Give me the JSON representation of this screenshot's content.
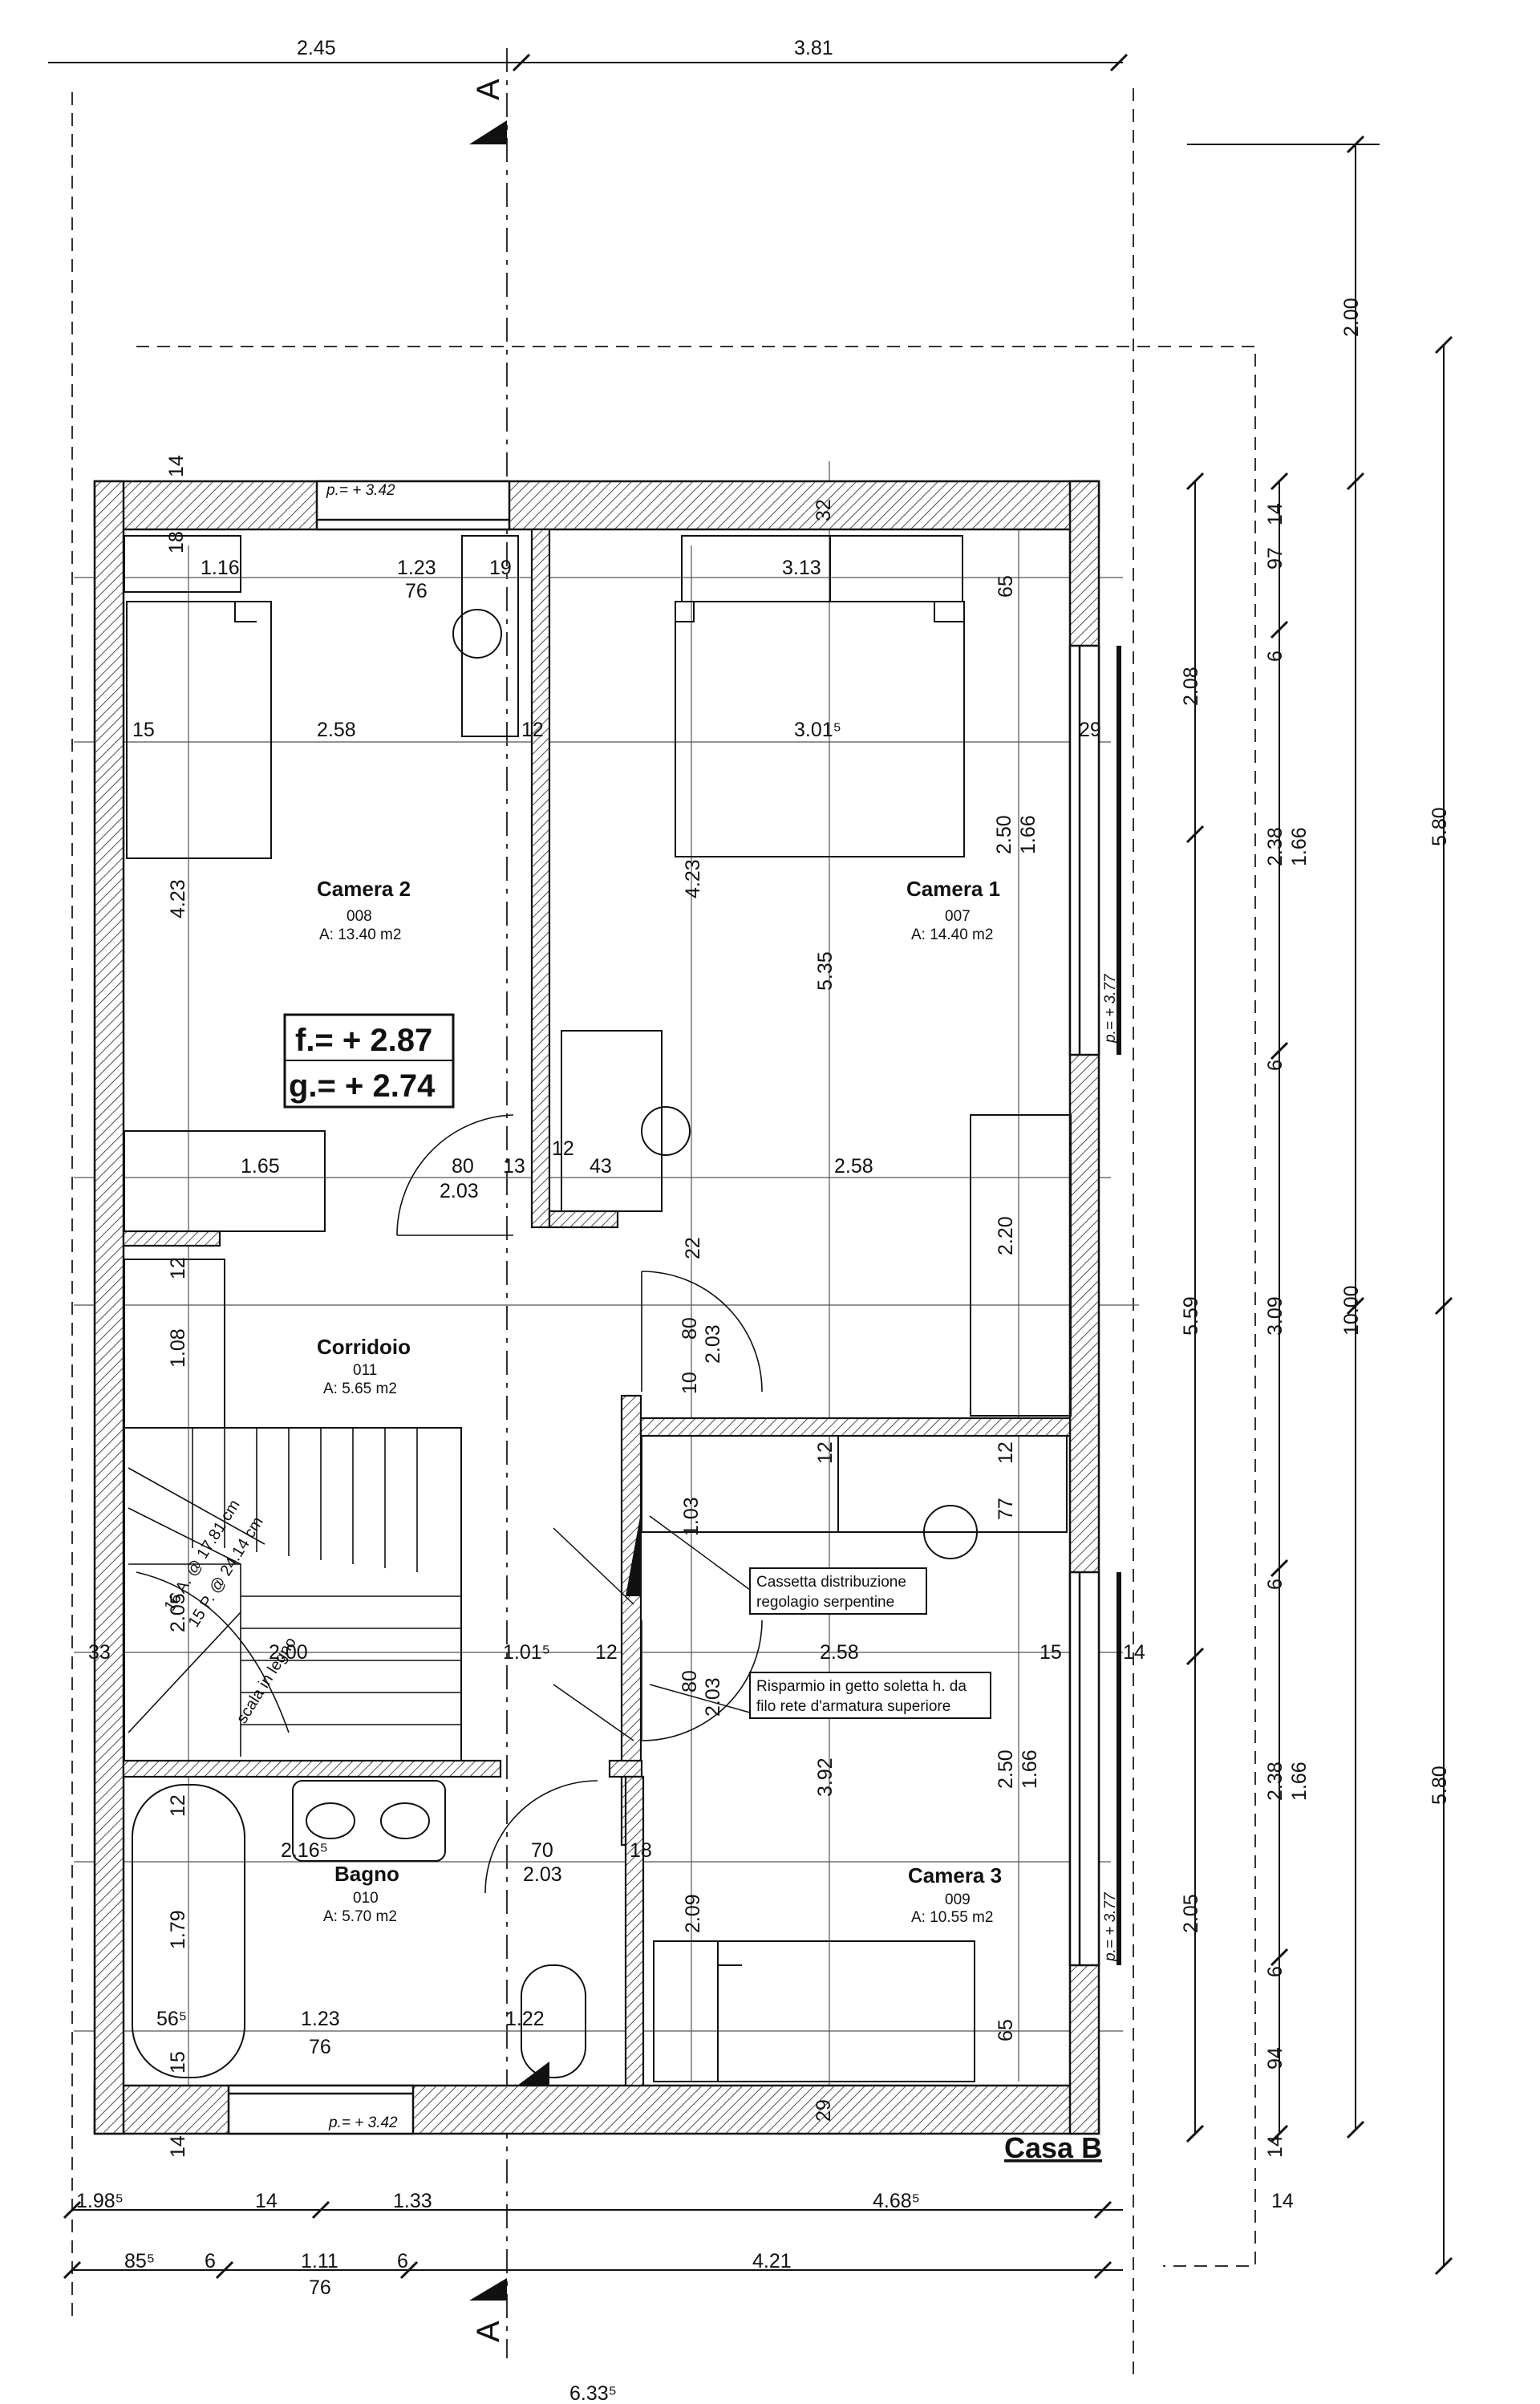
{
  "section_marker": "A",
  "house": "Casa B",
  "rooms": {
    "camera2": {
      "name": "Camera 2",
      "code": "008",
      "area": "A: 13.40 m2"
    },
    "camera1": {
      "name": "Camera 1",
      "code": "007",
      "area": "A: 14.40 m2"
    },
    "corridoio": {
      "name": "Corridoio",
      "code": "011",
      "area": "A: 5.65 m2"
    },
    "bagno": {
      "name": "Bagno",
      "code": "010",
      "area": "A: 5.70 m2"
    },
    "camera3": {
      "name": "Camera 3",
      "code": "009",
      "area": "A: 10.55 m2"
    }
  },
  "levels": {
    "floor": "f.= + 2.87",
    "ground": "g.= + 2.74"
  },
  "sill_levels": {
    "top": "p.= + 3.42",
    "bottom": "p.= + 3.42",
    "right_upper": "p.= + 3.77",
    "right_lower": "p.= + 3.77"
  },
  "notes": {
    "cassetta_l1": "Cassetta distribuzione",
    "cassetta_l2": "regolagio serpentine",
    "risparmio_l1": "Risparmio in getto soletta h. da",
    "risparmio_l2": "filo rete d'armatura superiore",
    "stair_l1": "16 A. @ 17.81 cm",
    "stair_l2": "15 P. @ 24.14 cm",
    "stair_l3": "scala in legno"
  },
  "dims": {
    "top_a": "2.45",
    "top_b": "3.81",
    "top_14": "14",
    "d_116": "1.16",
    "d_123a": "1.23",
    "d_76a": "76",
    "d_19": "19",
    "d_32": "32",
    "d_313": "3.13",
    "d_18": "18",
    "d_65a": "65",
    "d_15a": "15",
    "d_258a": "2.58",
    "d_12a": "12",
    "d_3015": "3.01⁵",
    "d_29a": "29",
    "d_423a": "4.23",
    "d_423b": "4.23",
    "d_535": "5.35",
    "d_250a": "2.50",
    "d_166a": "1.66",
    "d_165": "1.65",
    "d_80a": "80",
    "d_13": "13",
    "d_12b": "12",
    "d_43": "43",
    "d_258b": "2.58",
    "d_203a": "2.03",
    "d_12c": "12",
    "d_22": "22",
    "d_220": "2.20",
    "d_108": "1.08",
    "d_80b": "80",
    "d_203b": "2.03",
    "d_10": "10",
    "d_12d": "12",
    "d_12e": "12",
    "d_77": "77",
    "d_205": "2.05",
    "d_103": "1.03",
    "d_33": "33",
    "d_200": "2.00",
    "d_1015": "1.01⁵",
    "d_12f": "12",
    "d_80c": "80",
    "d_203c": "2.03",
    "d_258c": "2.58",
    "d_15b": "15",
    "d_14r": "14",
    "d_392": "3.92",
    "d_250b": "2.50",
    "d_166b": "1.66",
    "d_12g": "12",
    "d_2165": "2.16⁵",
    "d_70": "70",
    "d_203d": "2.03",
    "d_18b": "18",
    "d_179": "1.79",
    "d_209": "2.09",
    "d_565": "56⁵",
    "d_123b": "1.23",
    "d_76b": "76",
    "d_122": "1.22",
    "d_65b": "65",
    "d_15c": "15",
    "d_29b": "29",
    "d_14b": "14",
    "r1_14a": "14",
    "r1_97": "97",
    "r1_6a": "6",
    "r1_238a": "2.38",
    "r1_166a": "1.66",
    "r1_6b": "6",
    "r1_309": "3.09",
    "r1_6c": "6",
    "r1_238b": "2.38",
    "r1_166b": "1.66",
    "r1_6d": "6",
    "r1_94": "94",
    "r1_14b": "14",
    "r2_208": "2.08",
    "r2_559": "5.59",
    "r2_205": "2.05",
    "r3_200": "2.00",
    "r3_1000": "10.00",
    "r4_580a": "5.80",
    "r4_580b": "5.80",
    "b1_1985": "1.98⁵",
    "b1_14a": "14",
    "b1_133": "1.33",
    "b1_4685": "4.68⁵",
    "b1_14b": "14",
    "b2_855": "85⁵",
    "b2_6a": "6",
    "b2_111": "1.11",
    "b2_76": "76",
    "b2_6b": "6",
    "b2_421": "4.21",
    "b3_6335": "6.33⁵"
  }
}
